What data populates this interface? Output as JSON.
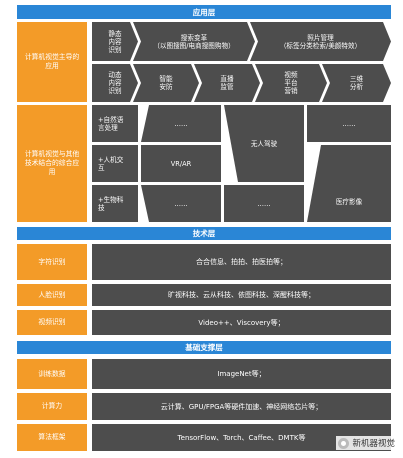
{
  "app_layer": {
    "title": "应用层",
    "row1": {
      "side_label": "计算机视觉主导的应用",
      "items": [
        "静态\n内容\n识别",
        "搜索变革\n（以图搜图/电商搜图购物）",
        "照片管理\n（标签分类检索/美颜特效）"
      ]
    },
    "row2": {
      "items": [
        "动态\n内容\n识别",
        "智能\n安防",
        "直播\n监管",
        "视频\n平台\n营销",
        "三维\n分析"
      ]
    },
    "row3": {
      "side_label": "计算机视觉与其他技术结合的综合应用",
      "left_items": [
        "+自然语\n言处理",
        "+人机交\n互",
        "+生物科\n技"
      ],
      "ellipsis": "……",
      "vr_ar": "VR/AR",
      "driverless": "无人驾驶",
      "medical": "医疗影像"
    }
  },
  "tech_layer": {
    "title": "技术层",
    "rows": [
      {
        "label": "字符识别",
        "content": "合合信息、拍拍、拍医拍等；"
      },
      {
        "label": "人脸识别",
        "content": "旷视科技、云从科技、依图科技、深醒科技等；"
      },
      {
        "label": "视频识别",
        "content": "Video++、Viscovery等；"
      }
    ]
  },
  "support_layer": {
    "title": "基础支撑层",
    "rows": [
      {
        "label": "训练数据",
        "content": "ImageNet等；"
      },
      {
        "label": "计算力",
        "content": "云计算、GPU/FPGA等硬件加速、神经网络芯片等；"
      },
      {
        "label": "算法框架",
        "content": "TensorFlow、Torch、Caffee、DMTK等"
      }
    ]
  },
  "watermark": {
    "text": "新机器视觉",
    "icon": "wechat-icon"
  },
  "colors": {
    "header": "#2a86d6",
    "side": "#f39b28",
    "dark": "#4d4d4d"
  }
}
